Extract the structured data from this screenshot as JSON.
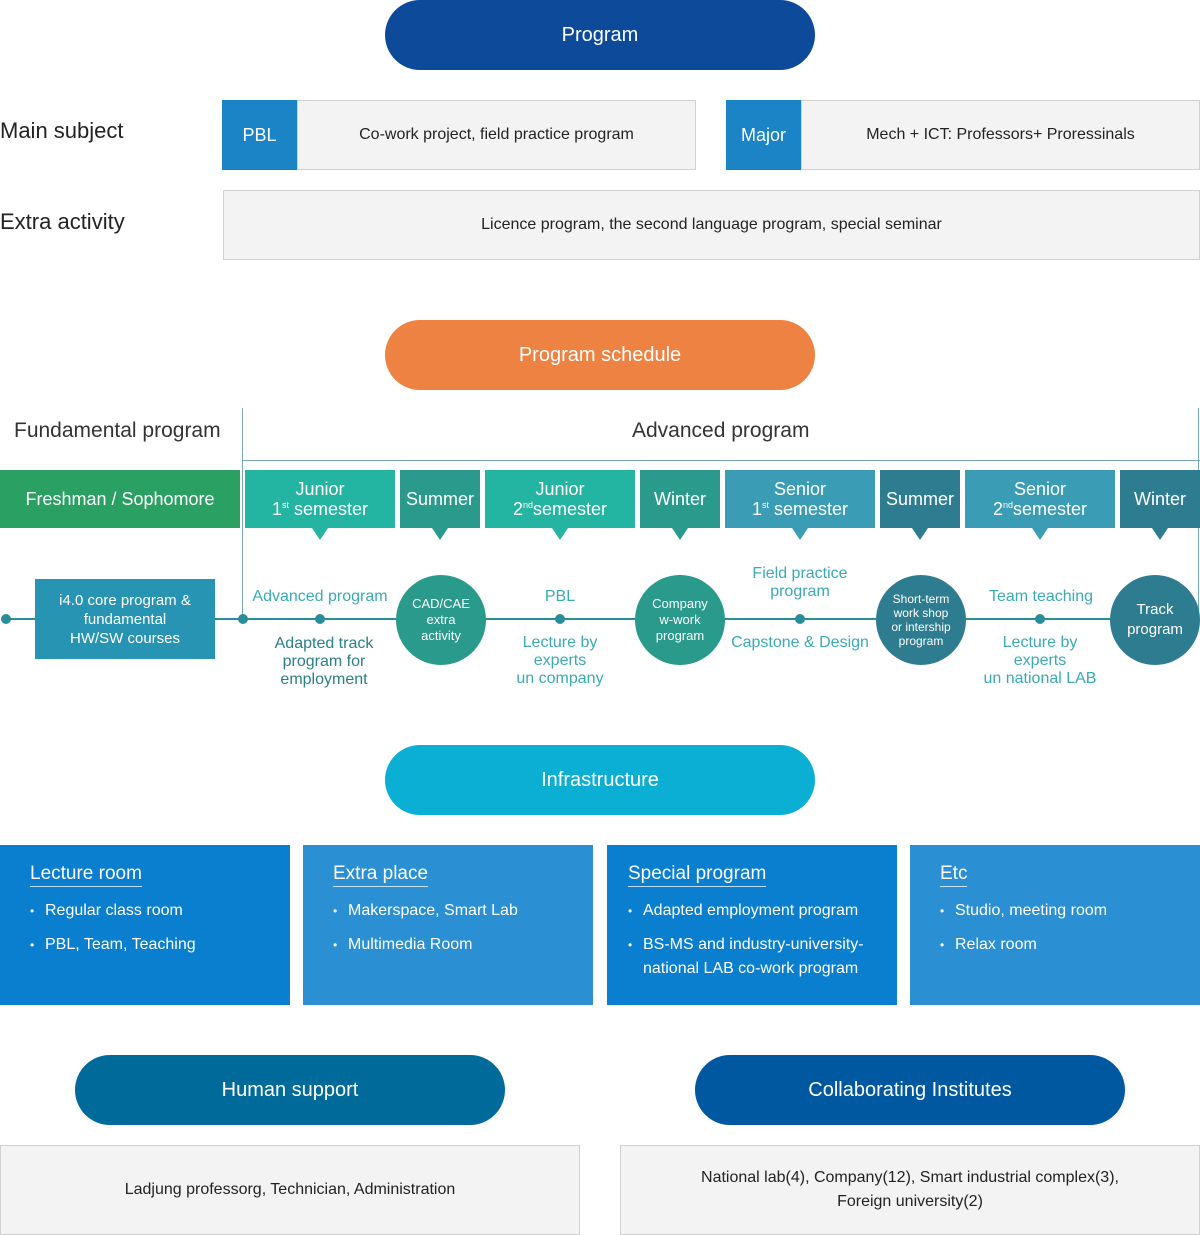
{
  "colors": {
    "program_pill": "#0d4a9a",
    "schedule_pill": "#ee8242",
    "infra_pill": "#0bafd3",
    "human_pill": "#006b9a",
    "collab_pill": "#0058a0",
    "tag_blue": "#1a84c7",
    "freshman_green": "#2aa062",
    "teal_light": "#23b5a1",
    "teal_mid": "#2a9a8d",
    "steel_light": "#3a9db5",
    "steel_dark": "#2e7c8f"
  },
  "program": {
    "title": "Program",
    "main_subject_label": "Main subject",
    "extra_activity_label": "Extra activity",
    "pbl_tag": "PBL",
    "pbl_text": "Co-work project, field practice program",
    "major_tag": "Major",
    "major_text": "Mech + ICT: Professors+ Proressinals",
    "extra_text": "Licence program, the second language program, special seminar"
  },
  "schedule": {
    "title": "Program schedule",
    "fundamental_label": "Fundamental program",
    "advanced_label": "Advanced program",
    "tabs": {
      "freshman": "Freshman / Sophomore",
      "junior1_a": "Junior",
      "junior1_n": "1",
      "junior1_sup": "st",
      "junior1_b": " semester",
      "summer1": "Summer",
      "junior2_a": "Junior",
      "junior2_n": "2",
      "junior2_sup": "nd",
      "junior2_b": "semester",
      "winter1": "Winter",
      "senior1_a": "Senior",
      "senior1_n": "1",
      "senior1_sup": "st",
      "senior1_b": " semester",
      "summer2": "Summer",
      "senior2_a": "Senior",
      "senior2_n": "2",
      "senior2_sup": "nd",
      "senior2_b": "semester",
      "winter2": "Winter"
    },
    "core_box": {
      "line1": "i4.0 core program &",
      "line2": "fundamental",
      "line3": "HW/SW courses"
    },
    "labels": {
      "advanced_program": "Advanced program",
      "adapted_1": "Adapted track",
      "adapted_2": "program for",
      "adapted_3": "employment",
      "pbl": "PBL",
      "lecture_company_1": "Lecture by",
      "lecture_company_2": "experts",
      "lecture_company_3": "un company",
      "field_1": "Field practice",
      "field_2": "program",
      "capstone": "Capstone & Design",
      "team_teaching": "Team teaching",
      "lecture_lab_1": "Lecture by",
      "lecture_lab_2": "experts",
      "lecture_lab_3": "un national LAB"
    },
    "circles": {
      "cad_1": "CAD/CAE",
      "cad_2": "extra",
      "cad_3": "activity",
      "company_1": "Company",
      "company_2": "w-work",
      "company_3": "program",
      "short_1": "Short-term",
      "short_2": "work shop",
      "short_3": "or intership",
      "short_4": "program",
      "track_1": "Track",
      "track_2": "program"
    }
  },
  "infrastructure": {
    "title": "Infrastructure",
    "cards": [
      {
        "title": "Lecture room",
        "items": [
          "Regular class room",
          "PBL, Team, Teaching"
        ],
        "color": "#0a7ecf"
      },
      {
        "title": "Extra place",
        "items": [
          "Makerspace, Smart Lab",
          "Multimedia Room"
        ],
        "color": "#2a8fd3"
      },
      {
        "title": "Special program",
        "items": [
          "Adapted employment program",
          "BS-MS and industry-university-",
          "national LAB co-work program"
        ],
        "color": "#0a7ecf"
      },
      {
        "title": "Etc",
        "items": [
          "Studio, meeting room",
          "Relax room"
        ],
        "color": "#2a8fd3"
      }
    ]
  },
  "human_support": {
    "title": "Human support",
    "text": "Ladjung professorg, Technician, Administration"
  },
  "collaborating": {
    "title": "Collaborating Institutes",
    "line1": "National lab(4), Company(12), Smart industrial complex(3),",
    "line2": "Foreign university(2)"
  }
}
